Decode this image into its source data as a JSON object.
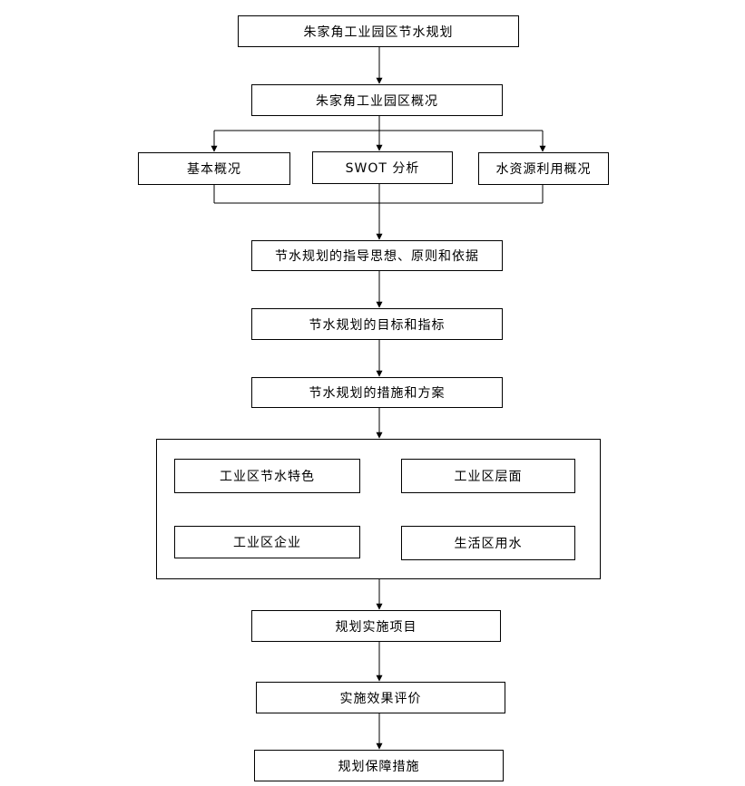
{
  "flowchart": {
    "title": "朱家角工业园区节水规划",
    "overview": "朱家角工业园区概况",
    "overview_children": {
      "basic": "基本概况",
      "swot": "SWOT 分析",
      "water_use": "水资源利用概况"
    },
    "guiding": "节水规划的指导思想、原则和依据",
    "goals": "节水规划的目标和指标",
    "measures": "节水规划的措施和方案",
    "measure_items": {
      "feature": "工业区节水特色",
      "level": "工业区层面",
      "enterprise": "工业区企业",
      "domestic": "生活区用水"
    },
    "projects": "规划实施项目",
    "evaluation": "实施效果评价",
    "guarantee": "规划保障措施"
  },
  "colors": {
    "line": "#000000",
    "box_border": "#000000",
    "background": "#ffffff"
  }
}
